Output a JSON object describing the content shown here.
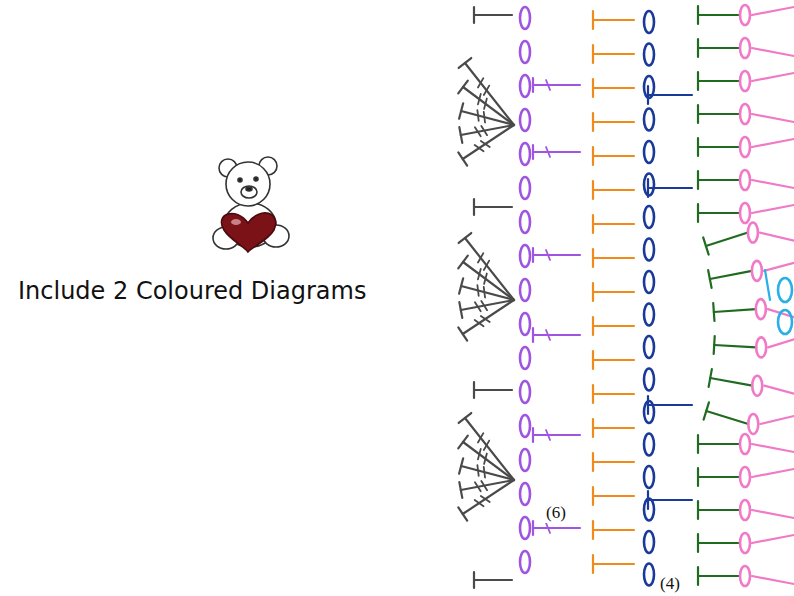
{
  "diagram": {
    "labels": [
      "Include 2 Coloured Diagrams",
      "(6)",
      "(4)"
    ]
  }
}
